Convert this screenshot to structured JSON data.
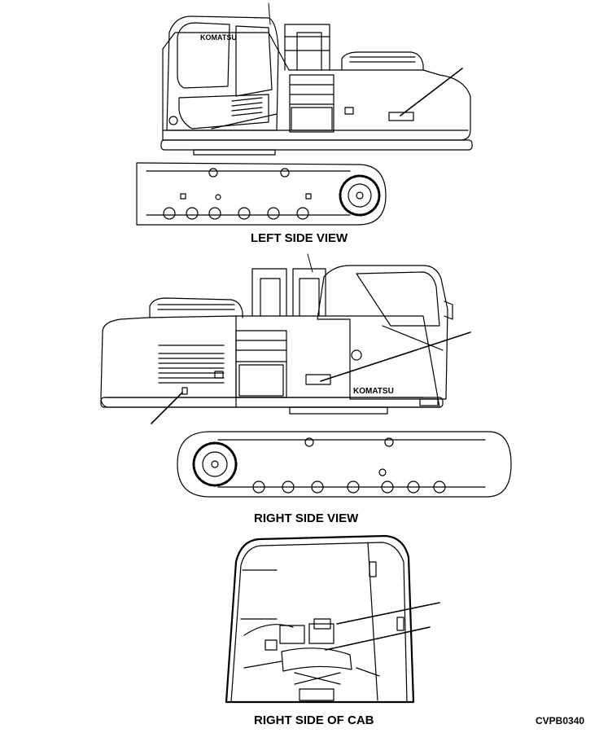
{
  "views": {
    "left_side": {
      "caption": "LEFT SIDE VIEW"
    },
    "right_side": {
      "caption": "RIGHT SIDE VIEW"
    },
    "cab_right": {
      "caption": "RIGHT SIDE OF CAB"
    }
  },
  "brand_marks": {
    "left": "KOMATSU",
    "right": "KOMATSU"
  },
  "figure_code": "CVPB0340",
  "colors": {
    "line": "#000000",
    "background": "#ffffff"
  }
}
